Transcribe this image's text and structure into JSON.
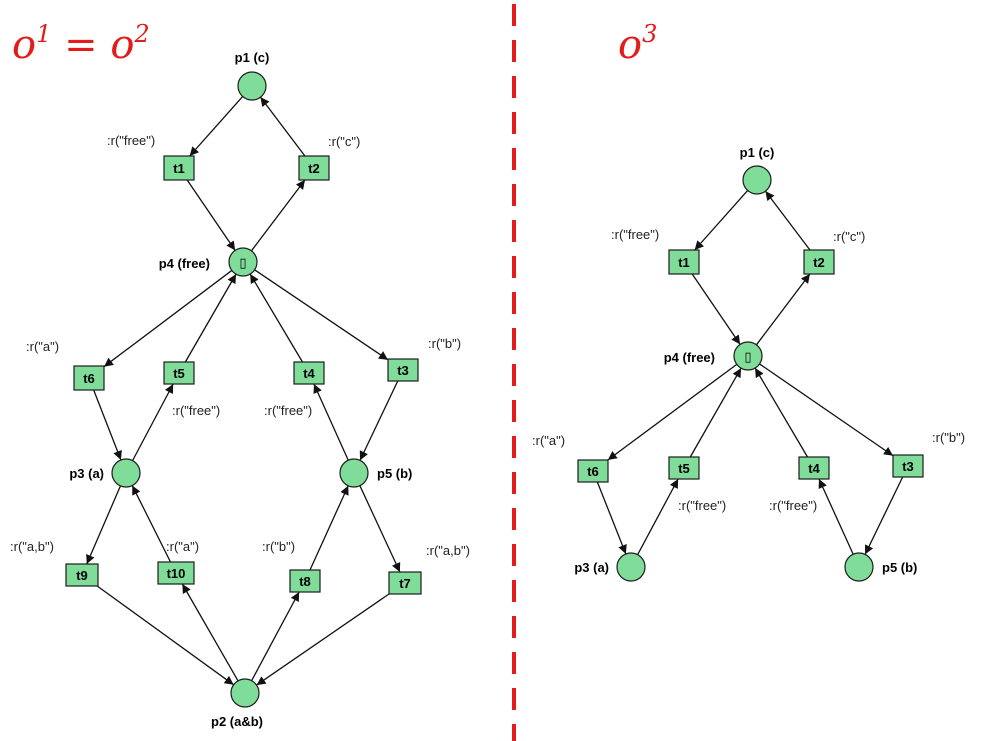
{
  "titles": {
    "left": {
      "base": "o",
      "sup1": "1",
      "eq": " = ",
      "base2": "o",
      "sup2": "2"
    },
    "right": {
      "base": "o",
      "sup": "3"
    }
  },
  "colors": {
    "node_fill": "#7fdc99",
    "title": "#e21b1b",
    "divider": "#e21b1b"
  },
  "token_symbol": "▯",
  "left_net": {
    "places": {
      "p1": "p1 (c)",
      "p4": "p4 (free)",
      "p3": "p3 (a)",
      "p5": "p5 (b)",
      "p2": "p2 (a&b)"
    },
    "transitions": {
      "t1": "t1",
      "t2": "t2",
      "t3": "t3",
      "t4": "t4",
      "t5": "t5",
      "t6": "t6",
      "t7": "t7",
      "t8": "t8",
      "t9": "t9",
      "t10": "t10"
    },
    "guards": {
      "t1": ":r(\"free\")",
      "t2": ":r(\"c\")",
      "t6": ":r(\"a\")",
      "t3": ":r(\"b\")",
      "t5": ":r(\"free\")",
      "t4": ":r(\"free\")",
      "t9": ":r(\"a,b\")",
      "t10": ":r(\"a\")",
      "t8": ":r(\"b\")",
      "t7": ":r(\"a,b\")"
    }
  },
  "right_net": {
    "places": {
      "p1": "p1 (c)",
      "p4": "p4 (free)",
      "p3": "p3 (a)",
      "p5": "p5 (b)"
    },
    "transitions": {
      "t1": "t1",
      "t2": "t2",
      "t3": "t3",
      "t4": "t4",
      "t5": "t5",
      "t6": "t6"
    },
    "guards": {
      "t1": ":r(\"free\")",
      "t2": ":r(\"c\")",
      "t6": ":r(\"a\")",
      "t3": ":r(\"b\")",
      "t5": ":r(\"free\")",
      "t4": ":r(\"free\")"
    }
  }
}
